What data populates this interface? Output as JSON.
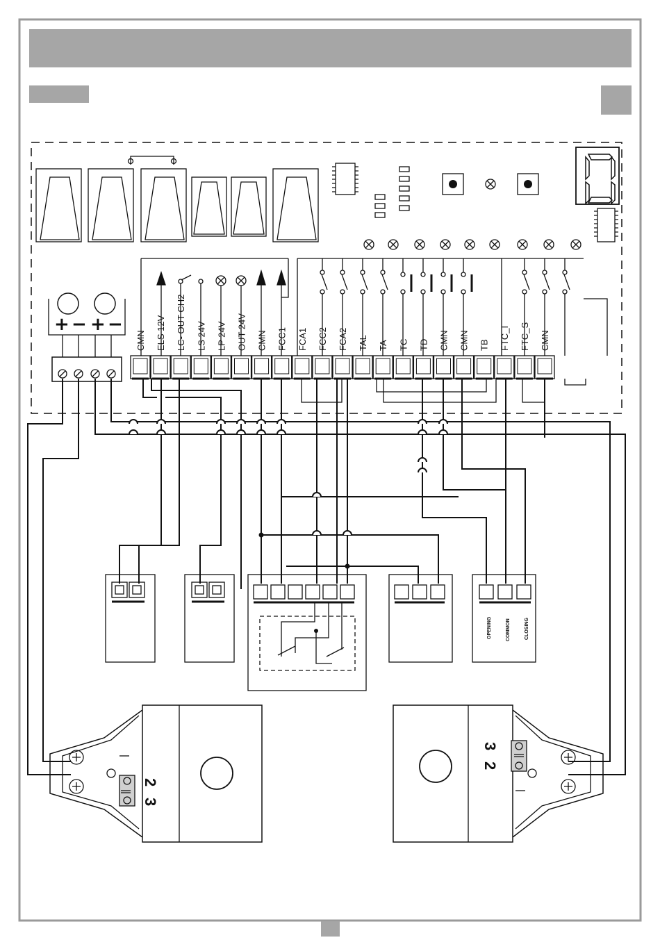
{
  "board": {
    "terminals": [
      "CMN",
      "ELS 12V",
      "LC- OUT CH2",
      "LS 24V",
      "LP 24V",
      "OUT 24V",
      "CMN",
      "FCC1",
      "FCA1",
      "FCC2",
      "FCA2",
      "TAL",
      "TA",
      "TC",
      "TD",
      "CMN",
      "CMN",
      "TB",
      "FTC_I",
      "FTC_S",
      "CMN"
    ],
    "power_signs": [
      "+",
      "−",
      "+",
      "−"
    ]
  },
  "selector": {
    "labels": [
      "OPENING",
      "COMMON",
      "CLOSING"
    ]
  },
  "motors": {
    "left_pins": [
      "2",
      "3"
    ],
    "right_pins": [
      "3",
      "2"
    ]
  },
  "colors": {
    "frame": "#9a9a9a",
    "header": "#a6a6a6",
    "line": "#111111"
  }
}
